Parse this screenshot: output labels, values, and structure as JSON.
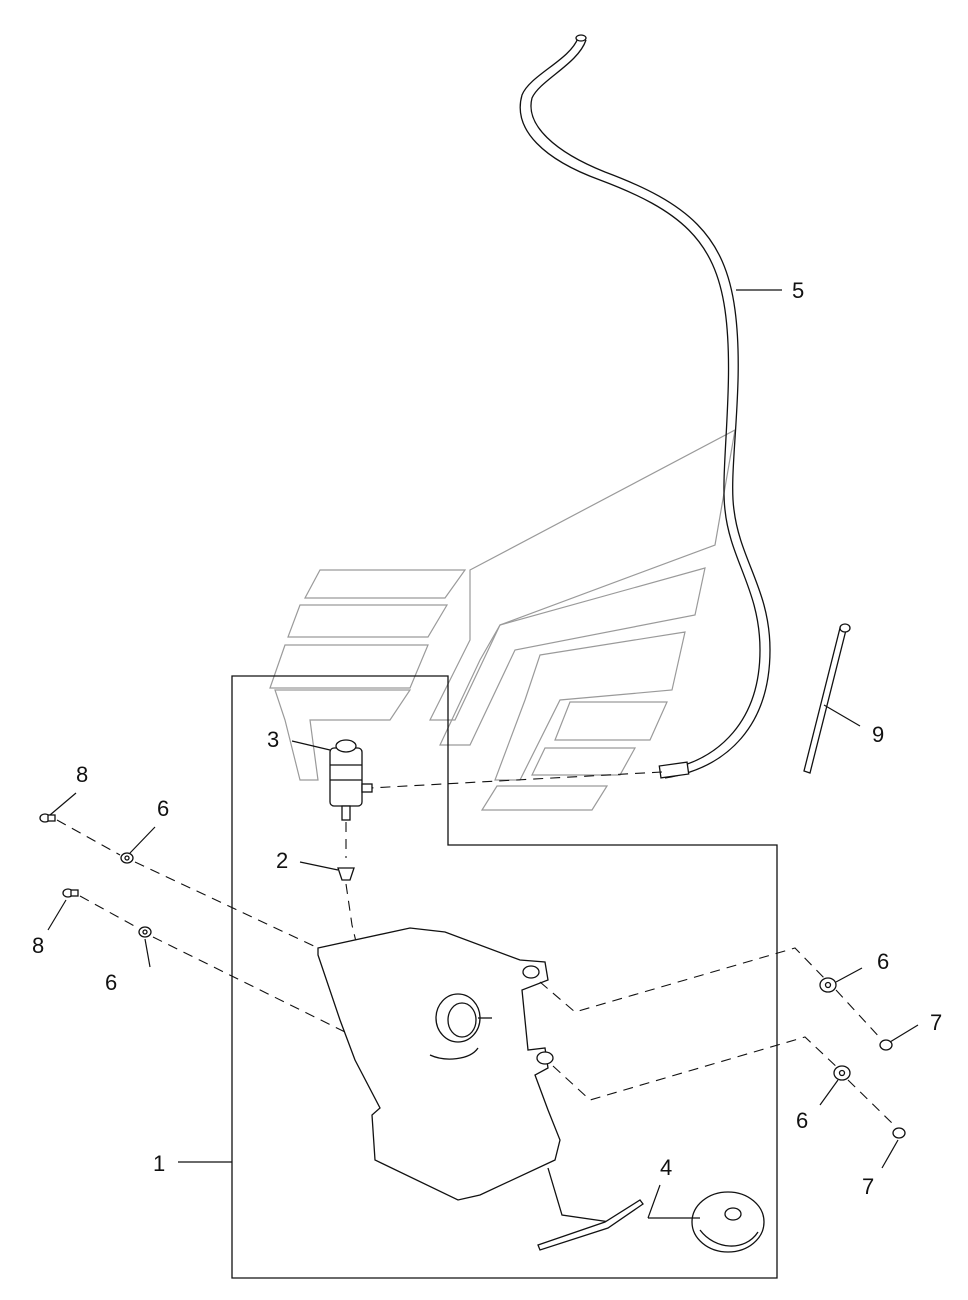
{
  "diagram": {
    "callouts": [
      {
        "id": "callout-1",
        "text": "1"
      },
      {
        "id": "callout-2",
        "text": "2"
      },
      {
        "id": "callout-3",
        "text": "3"
      },
      {
        "id": "callout-4",
        "text": "4"
      },
      {
        "id": "callout-5",
        "text": "5"
      },
      {
        "id": "callout-6a",
        "text": "6"
      },
      {
        "id": "callout-6b",
        "text": "6"
      },
      {
        "id": "callout-6c",
        "text": "6"
      },
      {
        "id": "callout-6d",
        "text": "6"
      },
      {
        "id": "callout-7a",
        "text": "7"
      },
      {
        "id": "callout-7b",
        "text": "7"
      },
      {
        "id": "callout-8a",
        "text": "8"
      },
      {
        "id": "callout-8b",
        "text": "8"
      },
      {
        "id": "callout-9",
        "text": "9"
      }
    ],
    "colors": {
      "line": "#111111",
      "watermark": "#9a9a9a",
      "background": "#ffffff"
    }
  }
}
